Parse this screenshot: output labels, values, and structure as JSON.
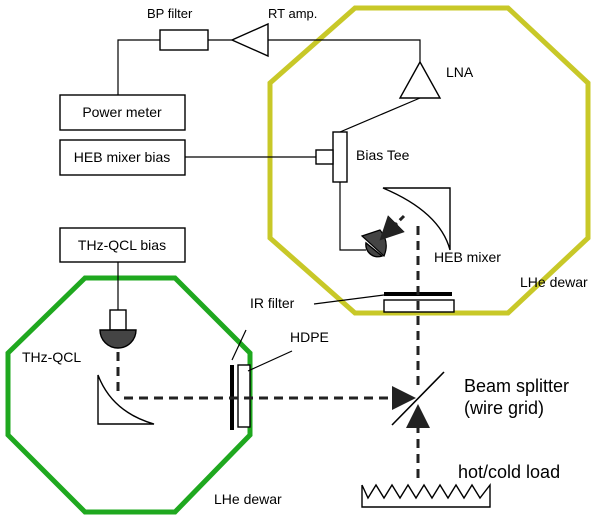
{
  "labels": {
    "bp_filter": "BP filter",
    "rt_amp": "RT amp.",
    "lna": "LNA",
    "power_meter": "Power meter",
    "heb_mixer_bias": "HEB mixer bias",
    "bias_tee": "Bias Tee",
    "thz_qcl_bias": "THz-QCL bias",
    "heb_mixer": "HEB mixer",
    "ir_filter": "IR filter",
    "lhe_dewar_top": "LHe dewar",
    "hdpe": "HDPE",
    "thz_qcl": "THz-QCL",
    "beam_splitter": "Beam splitter",
    "wire_grid": "(wire grid)",
    "hot_cold_load": "hot/cold load",
    "lhe_dewar_bottom": "LHe dewar"
  },
  "colors": {
    "heb_dewar": "#c8c828",
    "qcl_dewar": "#1fa81f",
    "detector_fill": "#444444",
    "line": "#000000"
  }
}
